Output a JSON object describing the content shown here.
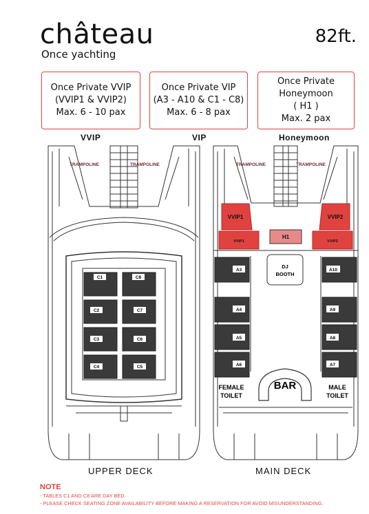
{
  "header": {
    "brand": "château",
    "subtitle": "Once yachting",
    "length": "82ft."
  },
  "packages": [
    {
      "lines": [
        "Once Private VVIP",
        "(VVIP1 & VVIP2)",
        "Max. 6 - 10 pax"
      ]
    },
    {
      "lines": [
        "Once Private VIP",
        "(A3 - A10 & C1 - C8)",
        "Max. 6 - 8 pax"
      ]
    },
    {
      "lines": [
        "Once Private",
        "Honeymoon",
        "( H1 )",
        "Max. 2 pax"
      ]
    }
  ],
  "zones": {
    "vvip": "VVIP",
    "vip": "VIP",
    "honeymoon": "Honeymoon"
  },
  "colors": {
    "accent": "#e0433f",
    "table": "#3a3a3a",
    "line": "#333333"
  },
  "upper_deck": {
    "label": "UPPER DECK",
    "trampoline_left": "TRAMPOLINE",
    "trampoline_right": "TRAMPOLINE",
    "tables": [
      "C1",
      "C8",
      "C2",
      "C7",
      "C3",
      "C6",
      "C4",
      "C5"
    ]
  },
  "main_deck": {
    "label": "MAIN DECK",
    "trampoline_left": "TRAMPOLINE",
    "trampoline_right": "TRAMPOLINE",
    "vvip1_upper": "VVIP1",
    "vvip2_upper": "VVIP2",
    "vvip1_lower": "VVIP1",
    "vvip2_lower": "VVIP2",
    "h1": "H1",
    "dj_line1": "DJ",
    "dj_line2": "BOOTH",
    "left_tables": [
      "A3",
      "A4",
      "A5",
      "A6"
    ],
    "right_tables": [
      "A10",
      "A9",
      "A8",
      "A7"
    ],
    "bar": "BAR",
    "female_line1": "FEMALE",
    "female_line2": "TOILET",
    "male_line1": "MALE",
    "male_line2": "TOILET"
  },
  "note": {
    "title": "NOTE",
    "lines": [
      "- TABLES C1 AND C8 ARE DAY BED.",
      "- PLEASE CHECK SEATING ZONE AVAILABILITY BEFORE MAKING A RESERVATION FOR AVOID MISUNDERSTANDING."
    ]
  }
}
